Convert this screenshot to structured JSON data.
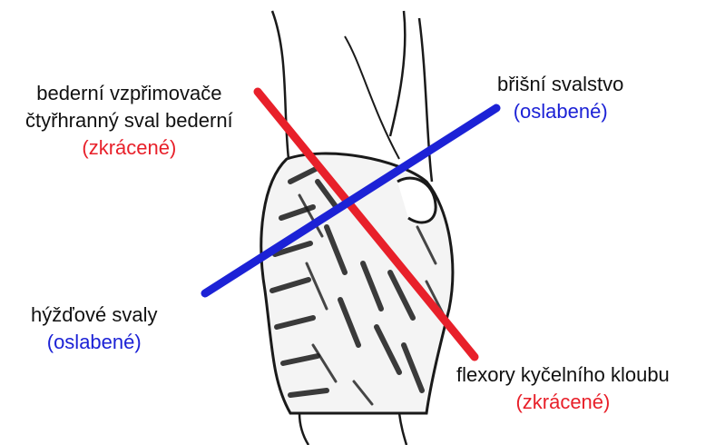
{
  "colors": {
    "tight": "#e8202a",
    "weak": "#1c22d6",
    "text": "#111111",
    "figure": "#1a1a1a"
  },
  "labels": {
    "back_extensors_line1": "bederní vzpřimovače",
    "back_extensors_line2": "čtyřhranný sval bederní",
    "back_extensors_status": "(zkrácené)",
    "abdominals": "břišní svalstvo",
    "abdominals_status": "(oslabené)",
    "glutes": "hýžďové svaly",
    "glutes_status": "(oslabené)",
    "hip_flexors": "flexory kyčelního kloubu",
    "hip_flexors_status": "(zkrácené)"
  },
  "icons": {
    "figure": "pelvis-thigh-sketch-icon"
  }
}
